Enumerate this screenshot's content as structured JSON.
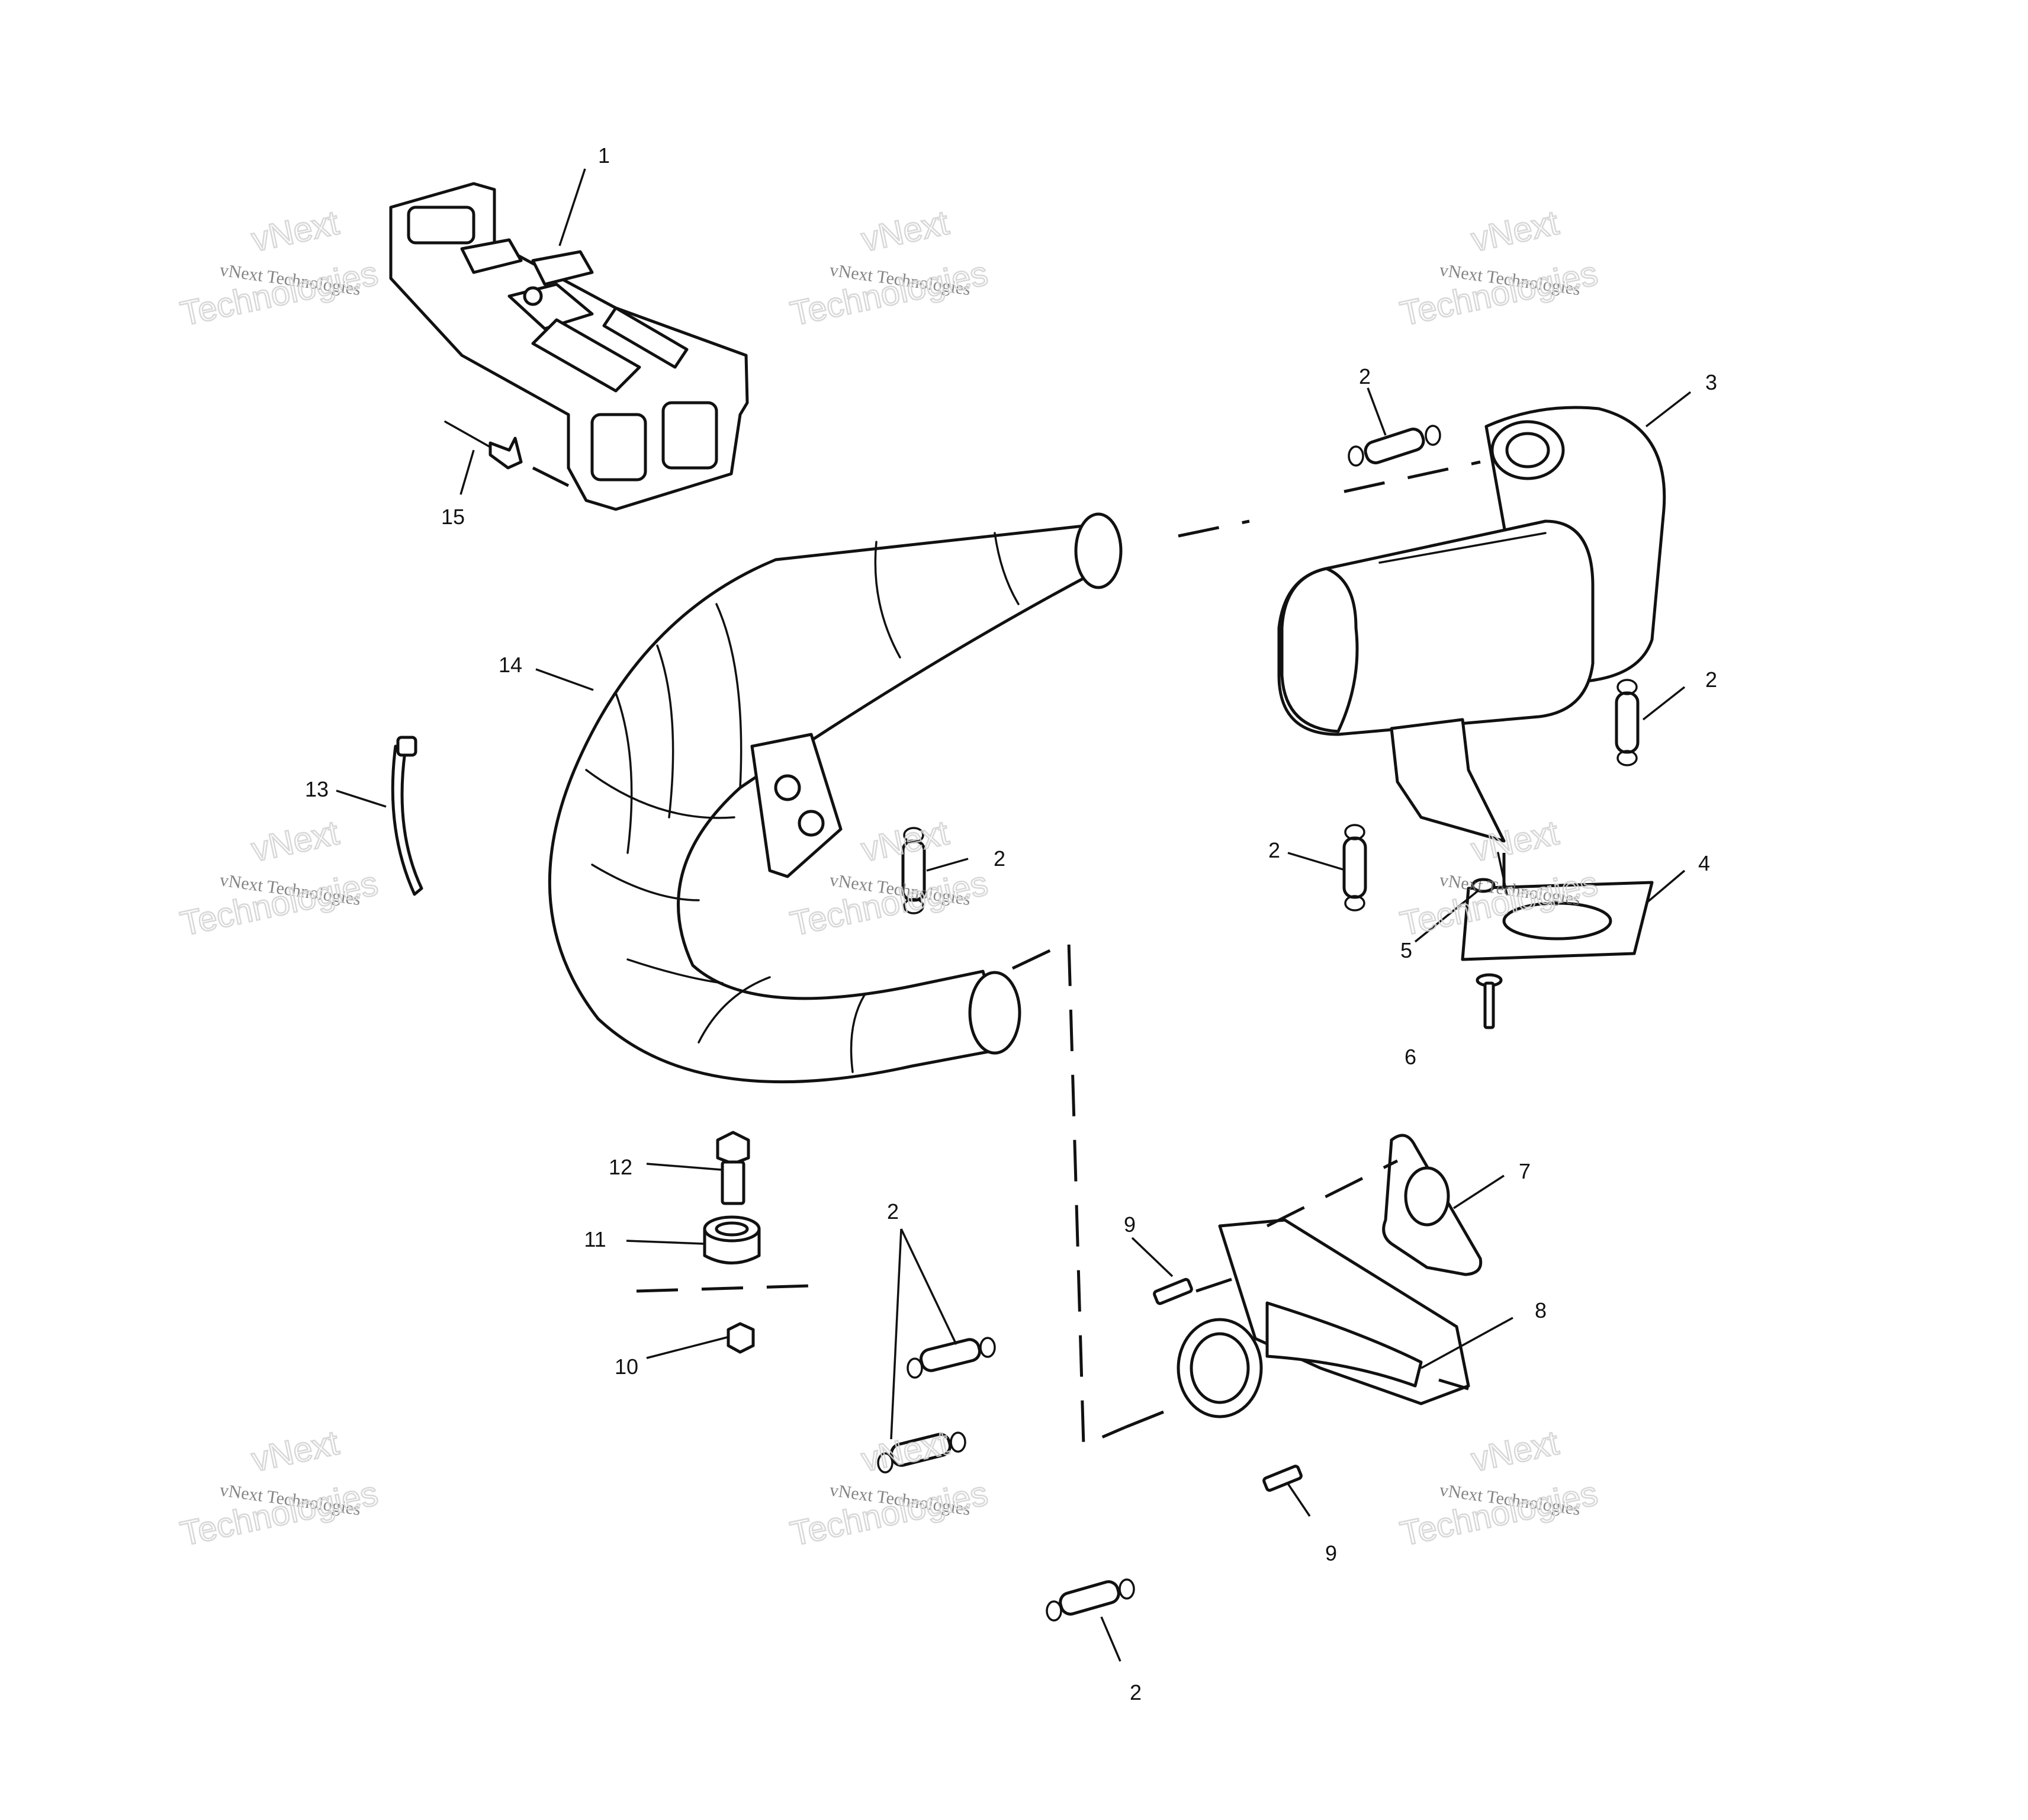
{
  "callouts": [
    "1",
    "2",
    "3",
    "2",
    "14",
    "13",
    "2",
    "2",
    "4",
    "5",
    "6",
    "12",
    "11",
    "10",
    "2",
    "9",
    "7",
    "8",
    "9",
    "2",
    "15"
  ],
  "watermark": {
    "brand": "vNext",
    "company": "vNext Technologies",
    "stroke_word": "Technologies"
  }
}
